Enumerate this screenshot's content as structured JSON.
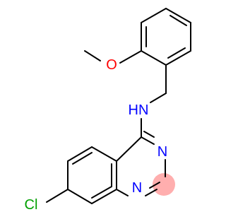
{
  "molecule": {
    "atoms": {
      "methoxy_oxygen": {
        "text": "O",
        "color": "#ff0000"
      },
      "amine_nh": {
        "text": "HN",
        "color": "#0000ff"
      },
      "ring_n_upper": {
        "text": "N",
        "color": "#0000ff"
      },
      "ring_n_lower": {
        "text": "N",
        "color": "#0000ff"
      },
      "chlorine": {
        "text": "Cl",
        "color": "#00a000"
      }
    },
    "bond_color": "#000000",
    "highlight_color": "#ff8c8c"
  }
}
